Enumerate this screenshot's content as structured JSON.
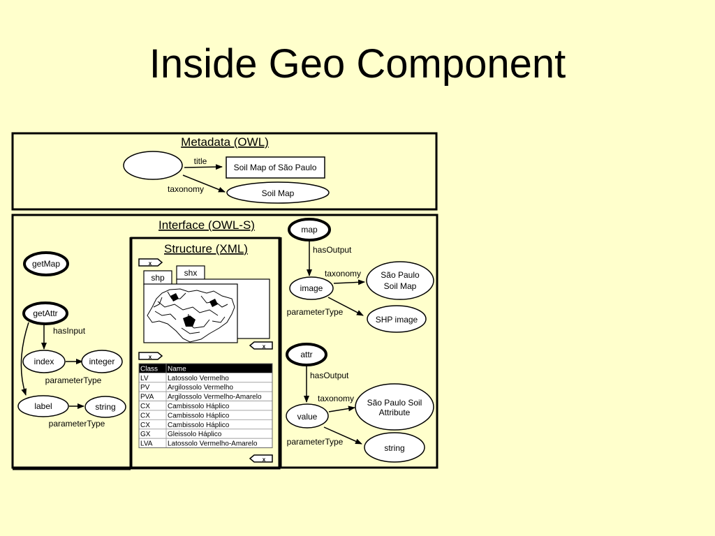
{
  "slide": {
    "title": "Inside Geo Component"
  },
  "metadata": {
    "heading": "Metadata (OWL)",
    "edge_title": "title",
    "edge_taxonomy": "taxonomy",
    "title_value": "Soil Map of São Paulo",
    "taxonomy_value": "Soil Map"
  },
  "interface": {
    "heading": "Interface (OWL-S)",
    "get_map": "getMap",
    "get_attr": "getAttr",
    "has_input": "hasInput",
    "index": "index",
    "integer": "integer",
    "parameter_type_1": "parameterType",
    "label": "label",
    "string": "string",
    "parameter_type_2": "parameterType"
  },
  "structure": {
    "heading": "Structure (XML)",
    "tab_shp": "shp",
    "tab_shx": "shx",
    "tag_x": "x",
    "table": {
      "headers": [
        "Class",
        "Name"
      ],
      "rows": [
        [
          "LV",
          "Latossolo Vermelho"
        ],
        [
          "PV",
          "Argilossolo Vermelho"
        ],
        [
          "PVA",
          "Argilossolo Vermelho-Amarelo"
        ],
        [
          "CX",
          "Cambissolo Háplico"
        ],
        [
          "CX",
          "Cambissolo Háplico"
        ],
        [
          "CX",
          "Cambissolo Háplico"
        ],
        [
          "GX",
          "Gleissolo Háplico"
        ],
        [
          "LVA",
          "Latossolo Vermelho-Amarelo"
        ]
      ]
    }
  },
  "map_output": {
    "map": "map",
    "has_output": "hasOutput",
    "taxonomy": "taxonomy",
    "image": "image",
    "sao_paulo_soil_map_line1": "São Paulo",
    "sao_paulo_soil_map_line2": "Soil Map",
    "parameter_type": "parameterType",
    "shp_image": "SHP image"
  },
  "attr_output": {
    "attr": "attr",
    "has_output": "hasOutput",
    "taxonomy": "taxonomy",
    "value": "value",
    "attribute_line1": "São Paulo Soil",
    "attribute_line2": "Attribute",
    "parameter_type": "parameterType",
    "string": "string"
  },
  "colors": {
    "background": "#ffffcc",
    "stroke": "#000000",
    "table_header_bg": "#000000"
  }
}
